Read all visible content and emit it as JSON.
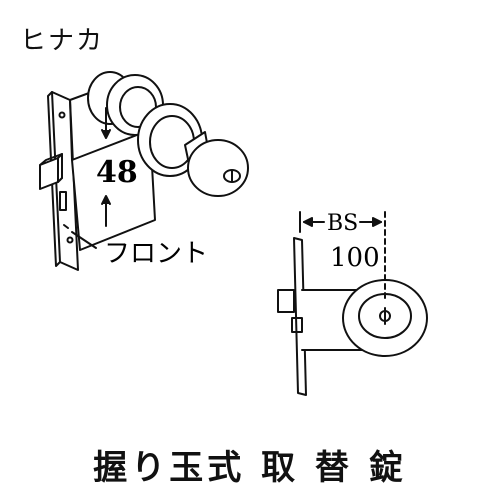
{
  "header": {
    "maker": "ヒナカ"
  },
  "callouts": {
    "depth": "48",
    "front_label": "フロント",
    "bs_label": "BS",
    "bs_value": "100"
  },
  "caption": {
    "title": "握り玉式 取 替 錠"
  }
}
